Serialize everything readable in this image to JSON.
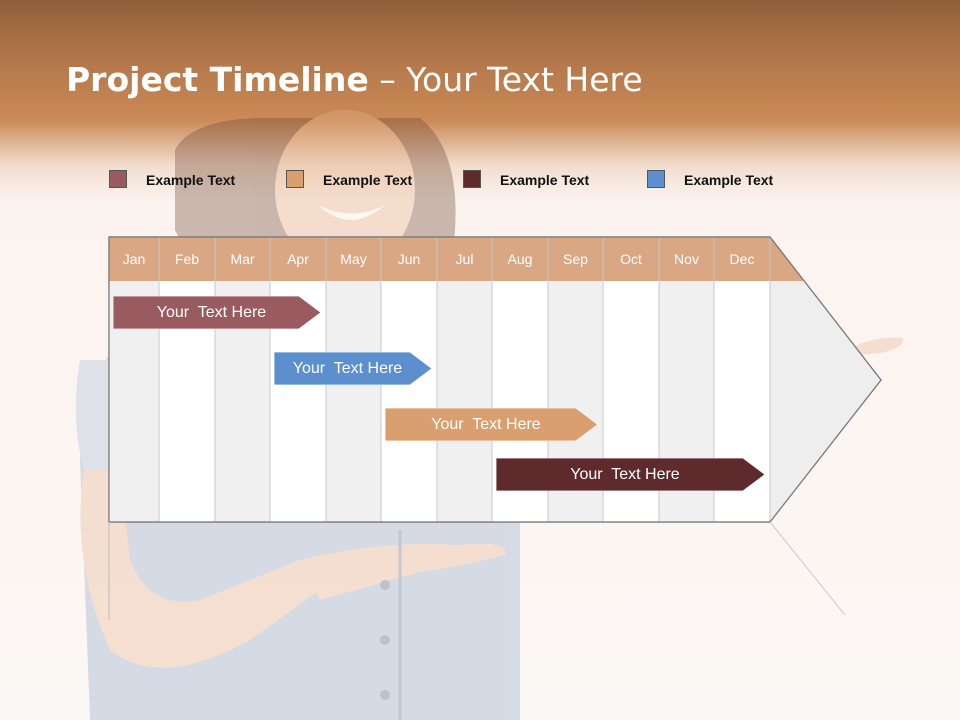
{
  "slide": {
    "title_bold": "Project Timeline",
    "title_rest": " – Your Text Here"
  },
  "legend": [
    {
      "label": "Example Text",
      "color": "#9a5b60"
    },
    {
      "label": "Example Text",
      "color": "#d99f6f"
    },
    {
      "label": "Example Text",
      "color": "#5e2a2c"
    },
    {
      "label": "Example Text",
      "color": "#5b8fcd"
    }
  ],
  "timeline": {
    "months": [
      "Jan",
      "Feb",
      "Mar",
      "Apr",
      "May",
      "Jun",
      "Jul",
      "Aug",
      "Sep",
      "Oct",
      "Nov",
      "Dec"
    ],
    "header_color": "#d9a784",
    "tasks": [
      {
        "label": "Your  Text Here",
        "color": "#9a5b60",
        "start": "Jan",
        "end": "Apr"
      },
      {
        "label": "Your  Text Here",
        "color": "#5b8fcd",
        "start": "Apr",
        "end": "Jun"
      },
      {
        "label": "Your  Text Here",
        "color": "#d99f6f",
        "start": "Jun",
        "end": "Sep"
      },
      {
        "label": "Your  Text Here",
        "color": "#5e2a2c",
        "start": "Aug",
        "end": "Dec"
      }
    ]
  }
}
